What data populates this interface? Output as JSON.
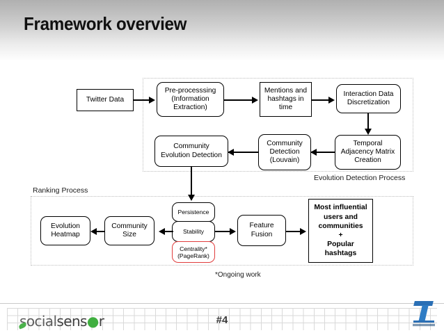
{
  "slide": {
    "title": "Framework overview",
    "page_number": "#4",
    "footnote": "*Ongoing work"
  },
  "groups": {
    "evolution": {
      "label": "Evolution Detection Process"
    },
    "ranking": {
      "label": "Ranking Process"
    }
  },
  "nodes": {
    "twitter_data": "Twitter Data",
    "preprocessing": "Pre-processsing\n(Information\nExtraction)",
    "mentions": "Mentions and\nhashtags in\ntime",
    "interaction": "Interaction Data\nDiscretization",
    "temporal": "Temporal\nAdjacency Matrix\nCreation",
    "community_detection": "Community\nDetection\n(Louvain)",
    "community_evolution": "Community\nEvolution Detection",
    "persistence": "Persistence",
    "stability": "Stability",
    "centrality": "Centrality*\n(PageRank)",
    "feature_fusion": "Feature\nFusion",
    "community_size": "Community\nSize",
    "evolution_heatmap": "Evolution\nHeatmap",
    "outcome": "Most influential\nusers and\ncommunities\n+\nPopular\nhashtags"
  },
  "footer": {
    "logo_part1": "social",
    "logo_part2": "sens",
    "logo_dot": "●",
    "logo_part3": "r",
    "brand_icon": "socialsensor-logo",
    "right_logo": "seven-fp7-logo"
  },
  "colors": {
    "accent_red": "#e03c3c",
    "brand_green": "#3fae3f",
    "brand_blue": "#2a6fb5",
    "stroke": "#000000",
    "group_border": "#bdbdbd"
  }
}
